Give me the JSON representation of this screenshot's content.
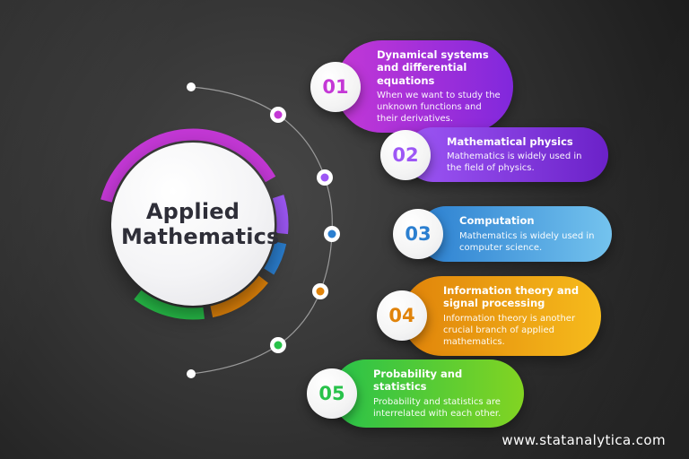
{
  "center": {
    "title": "Applied Mathematics"
  },
  "items": [
    {
      "number": "01",
      "title": "Dynamical systems and differential equations",
      "description": "When we want to study the unknown functions and their derivatives.",
      "color_start": "#c438d6",
      "color_end": "#8128dc"
    },
    {
      "number": "02",
      "title": "Mathematical physics",
      "description": "Mathematics is widely used in the field of physics.",
      "color_start": "#9d57f5",
      "color_end": "#6b21c8"
    },
    {
      "number": "03",
      "title": "Computation",
      "description": "Mathematics is widely used in computer science.",
      "color_start": "#2b7fd0",
      "color_end": "#74c3ee"
    },
    {
      "number": "04",
      "title": "Information theory and signal processing",
      "description": "Information theory is another crucial branch of applied mathematics.",
      "color_start": "#e0830a",
      "color_end": "#f6bb1c"
    },
    {
      "number": "05",
      "title": "Probability and statistics",
      "description": "Probability and statistics are interrelated with each other.",
      "color_start": "#28c24a",
      "color_end": "#82d422"
    }
  ],
  "footer": {
    "website": "www.statanalytica.com"
  }
}
